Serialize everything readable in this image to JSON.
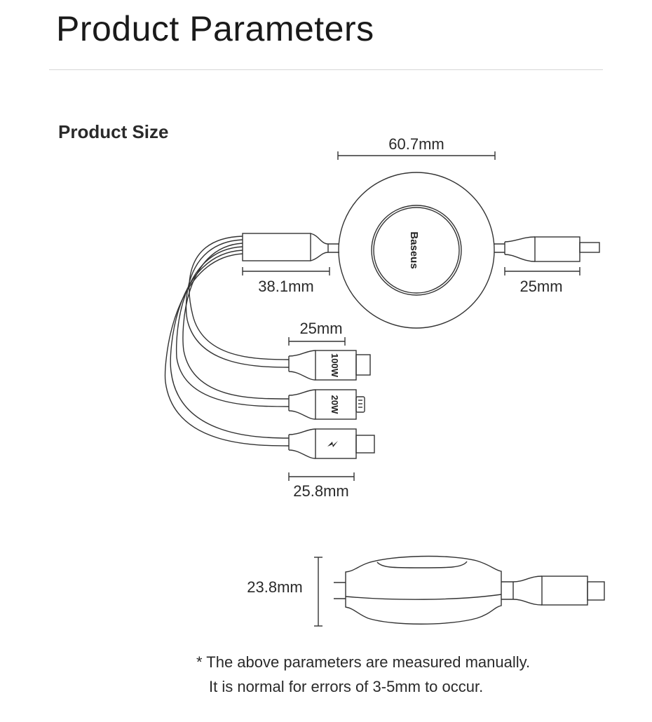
{
  "header": {
    "title": "Product Parameters"
  },
  "section": {
    "title": "Product Size"
  },
  "diagram": {
    "brand": "Baseus",
    "dimensions": {
      "reel_diameter": "60.7mm",
      "left_connector_length": "38.1mm",
      "usb_a_length": "25mm",
      "connector_length": "25mm",
      "connector_width": "25.8mm",
      "reel_thickness": "23.8mm"
    },
    "connectors": [
      {
        "type": "USB-C",
        "label": "100W"
      },
      {
        "type": "Lightning",
        "label": "20W"
      },
      {
        "type": "Micro USB",
        "icon": "lightning-bolt-icon"
      }
    ]
  },
  "footnote": {
    "line1": "* The above parameters are measured manually.",
    "line2": "It is normal for errors of 3-5mm to occur."
  }
}
